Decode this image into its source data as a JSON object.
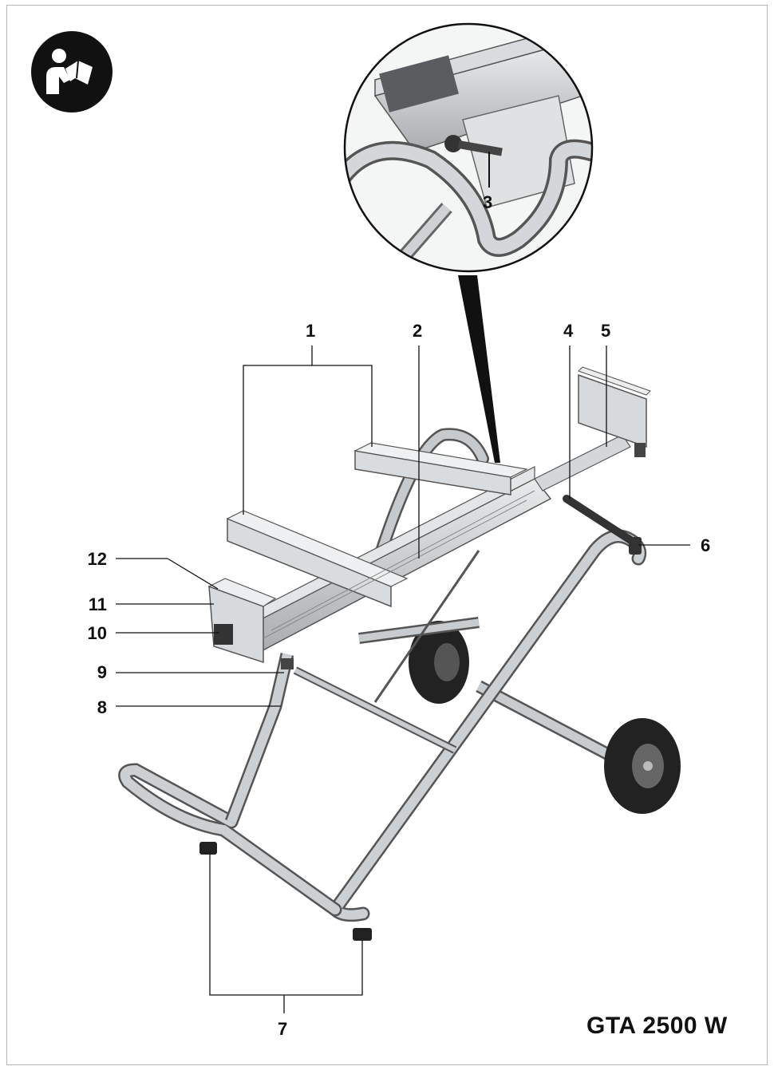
{
  "model": "GTA 2500 W",
  "callouts": {
    "c1": "1",
    "c2": "2",
    "c3": "3",
    "c4": "4",
    "c5": "5",
    "c6": "6",
    "c7": "7",
    "c8": "8",
    "c9": "9",
    "c10": "10",
    "c11": "11",
    "c12": "12"
  },
  "icons": {
    "manual": "read-manual-icon"
  },
  "colors": {
    "ink": "#111111",
    "metal": "#c9ccce",
    "tire": "#222222"
  }
}
